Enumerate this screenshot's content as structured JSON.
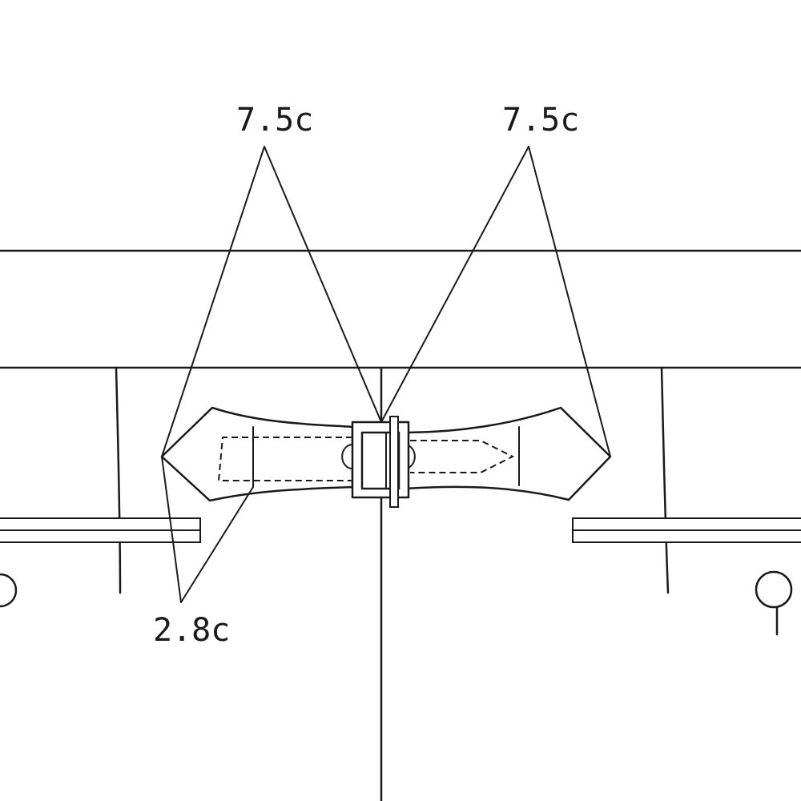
{
  "annotations": {
    "top_left_label": "7.5c",
    "top_right_label": "7.5c",
    "bottom_label": "2.8c"
  },
  "colors": {
    "line": "#1a1a1a",
    "background": "#ffffff"
  }
}
